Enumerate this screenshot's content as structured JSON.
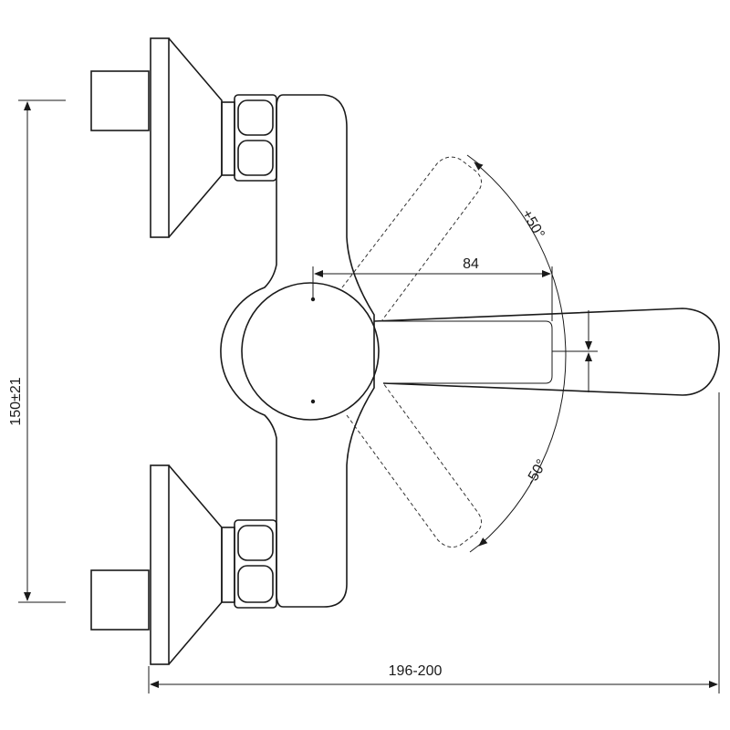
{
  "dimensions": {
    "height_label": "150±21",
    "lever_reach_label": "84",
    "rotation_plus_label": "+50°",
    "rotation_minus_label": "-50°",
    "width_label": "196-200"
  }
}
